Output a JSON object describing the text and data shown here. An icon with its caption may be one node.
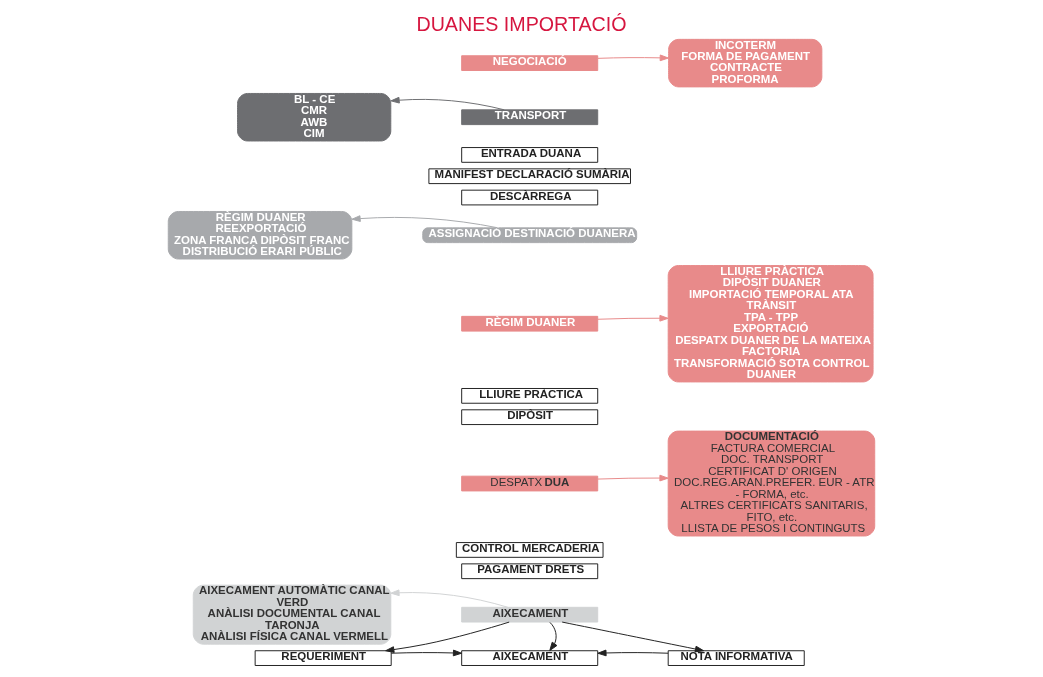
{
  "diagram": {
    "title": "DUANES IMPORTACIÓ",
    "nodes": [
      {
        "text": [
          "BL - CE",
          "CMR",
          "AWB",
          "CIM"
        ]
      },
      {
        "text": [
          "NEGOCIACIÓ"
        ]
      },
      {
        "text": [
          "INCOTERM",
          "FORMA DE PAGAMENT",
          "CONTRACTE",
          "PROFORMA"
        ]
      },
      {
        "text": [
          "TRANSPORT"
        ]
      },
      {
        "text": [
          "ENTRADA DUANA"
        ]
      },
      {
        "text": [
          "MANIFEST DECLARACIÓ SUMÀRIA"
        ]
      },
      {
        "text": [
          "LLIURE PRÀCTICA",
          "DIPÒSIT DUANER",
          "IMPORTACIÓ TEMPORAL ATA",
          "TRÀNSIT",
          "TPA - TPP",
          "EXPORTACIÓ",
          "DESPATX DUANER DE LA MATEIXA FACTORIA",
          "TRANSFORMACIÓ SOTA CONTROL DUANER"
        ]
      },
      {
        "text": [
          "RÈGIM DUANER",
          "REEXPORTACIÓ",
          "ZONA FRANCA DIPÒSIT FRANC",
          "DISTRIBUCIÓ ERARI PÚBLIC"
        ]
      },
      {
        "text": [
          "DESCÀRREGA"
        ]
      },
      {
        "text": [
          "ASSIGNACIÓ DESTINACIÓ DUANERA"
        ]
      },
      {
        "text": [
          "RÈGIM DUANER"
        ]
      },
      {
        "text": [
          "LLIURE PRÀCTICA"
        ]
      },
      {
        "text": [
          "DIPÒSIT"
        ]
      },
      {
        "text": [
          "AIXECAMENT AUTOMÀTIC CANAL VERD",
          "ANÀLISI DOCUMENTAL CANAL TARONJA",
          "ANÀLISI FÍSICA CANAL VERMELL"
        ]
      },
      {
        "text": [
          "DESPATX **DUA**"
        ]
      },
      {
        "text": [
          "DOCUMENTACIÓ",
          "FACTURA COMERCIAL",
          "DOC. TRANSPORT",
          "CERTIFICAT D' ORIGEN",
          "DOC.REG.ARAN.PREFER. EUR - ATR - FORMA, etc.",
          "ALTRES CERTIFICATS SANITARIS, FITO, etc.",
          "LLISTA DE PESOS I CONTINGUTS"
        ]
      },
      {
        "text": [
          "CONTROL MERCADERIA"
        ]
      },
      {
        "text": [
          "PAGAMENT DRETS"
        ]
      },
      {
        "text": [
          "AIXECAMENT"
        ]
      },
      {
        "text": [
          "REQUERIMENT"
        ]
      },
      {
        "text": [
          "AIXECAMENT"
        ]
      },
      {
        "text": [
          "NOTA INFORMATIVA"
        ]
      }
    ],
    "edges": [
      {
        "from": 1,
        "to": 2,
        "arrow": "to",
        "color": "#e88a8a"
      },
      {
        "from": 3,
        "to": 0,
        "arrow": "to",
        "color": "#6d6e71"
      },
      {
        "from": 9,
        "to": 7,
        "arrow": "to",
        "color": "#a7a9ac"
      },
      {
        "from": 10,
        "to": 6,
        "arrow": "to",
        "color": "#e88a8a"
      },
      {
        "from": 14,
        "to": 15,
        "arrow": "to",
        "color": "#e88a8a"
      },
      {
        "from": 18,
        "to": 13,
        "arrow": "to",
        "color": "#d1d3d4"
      },
      {
        "from": 18,
        "to": 19,
        "arrow": "to"
      },
      {
        "from": 18,
        "to": 20,
        "arrow": "to"
      },
      {
        "from": 18,
        "to": 21,
        "arrow": "to"
      },
      {
        "from": 19,
        "to": 20,
        "arrow": "to"
      },
      {
        "from": 21,
        "to": 20,
        "arrow": "to"
      }
    ]
  }
}
